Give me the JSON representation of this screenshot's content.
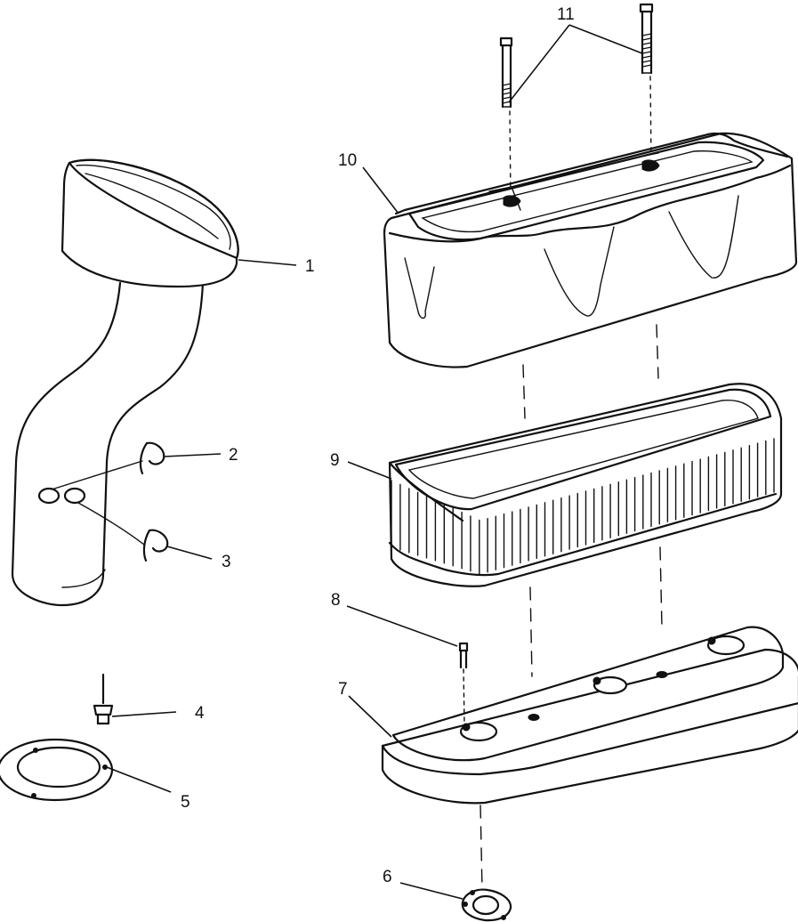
{
  "callouts": [
    {
      "id": "1",
      "text": "1"
    },
    {
      "id": "2",
      "text": "2"
    },
    {
      "id": "3",
      "text": "3"
    },
    {
      "id": "4",
      "text": "4"
    },
    {
      "id": "5",
      "text": "5"
    },
    {
      "id": "6",
      "text": "6"
    },
    {
      "id": "7",
      "text": "7"
    },
    {
      "id": "8",
      "text": "8"
    },
    {
      "id": "9",
      "text": "9"
    },
    {
      "id": "10",
      "text": "10"
    },
    {
      "id": "11",
      "text": "11"
    }
  ],
  "colors": {
    "ink": "#111111",
    "paper": "#ffffff"
  }
}
